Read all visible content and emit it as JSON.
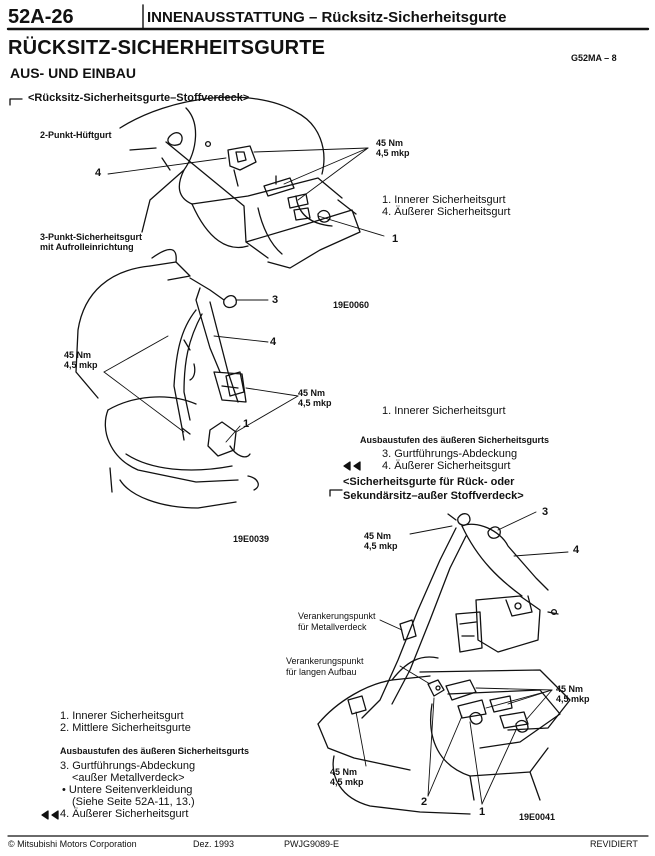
{
  "header": {
    "page_number": "52A-26",
    "chapter": "INNENAUSSTATTUNG",
    "dash": "–",
    "topic": "Rücksitz-Sicherheitsgurte"
  },
  "section": {
    "title": "RÜCKSITZ-SICHERHEITSGURTE",
    "ref_code": "G52MA – 8",
    "subtitle": "AUS- UND EINBAU",
    "variant_label": "<Rücksitz-Sicherheitsgurte–Stoffverdeck>"
  },
  "figure1": {
    "label_2point": "2-Punkt-Hüftgurt",
    "callout_4": "4",
    "callout_1": "1",
    "torque": "45 Nm",
    "torque_mkp": "4,5 mkp",
    "code": "19E0060",
    "legend": [
      "1. Innerer Sicherheitsgurt",
      "4. Äußerer Sicherheitsgurt"
    ]
  },
  "figure2": {
    "label_3point_l1": "3-Punkt-Sicherheitsgurt",
    "label_3point_l2": "mit Aufrolleinrichtung",
    "callout_3": "3",
    "callout_4": "4",
    "callout_1": "1",
    "torque_a": "45 Nm",
    "torque_a_mkp": "4,5 mkp",
    "torque_b": "45 Nm",
    "torque_b_mkp": "4,5 mkp",
    "code": "19E0039",
    "legend": [
      "1. Innerer Sicherheitsgurt"
    ],
    "steps_title": "Ausbaustufen des äußeren Sicherheitsgurts",
    "steps": [
      "3. Gurtführungs-Abdeckung",
      "4. Äußerer Sicherheitsgurt"
    ]
  },
  "figure3": {
    "variant_label_l1": "<Sicherheitsgurte für Rück- oder",
    "variant_label_l2": "Sekundärsitz–außer Stoffverdeck>",
    "callout_3": "3",
    "callout_4": "4",
    "callout_1": "1",
    "callout_2": "2",
    "torque_a": "45 Nm",
    "torque_a_mkp": "4,5 mkp",
    "torque_b": "45 Nm",
    "torque_b_mkp": "4,5 mkp",
    "torque_c": "45 Nm",
    "torque_c_mkp": "4,5 mkp",
    "anchor_metal_l1": "Verankerungspunkt",
    "anchor_metal_l2": "für Metallverdeck",
    "anchor_long_l1": "Verankerungspunkt",
    "anchor_long_l2": "für langen Aufbau",
    "code": "19E0041"
  },
  "bottom_left": {
    "legend": [
      "1. Innerer Sicherheitsgurt",
      "2. Mittlere Sicherheitsgurte"
    ],
    "steps_title": "Ausbaustufen des äußeren Sicherheitsgurts",
    "steps": [
      "3. Gurtführungs-Abdeckung",
      "<außer Metallverdeck>",
      "•  Untere Seitenverkleidung",
      "(Siehe Seite 52A-11, 13.)",
      "4. Äußerer Sicherheitsgurt"
    ]
  },
  "footer": {
    "copyright": "© Mitsubishi Motors Corporation",
    "date": "Dez. 1993",
    "doc_id": "PWJG9089-E",
    "status": "REVIDIERT"
  }
}
